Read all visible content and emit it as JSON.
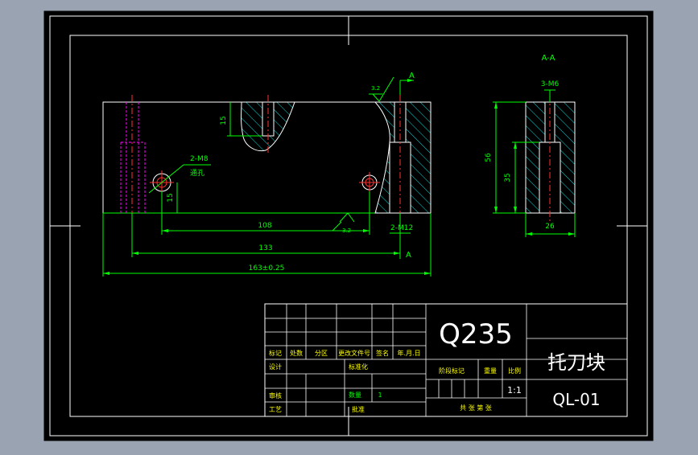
{
  "drawing": {
    "section_title": "A-A",
    "section_mark_top": "A",
    "section_mark_bottom": "A",
    "roughness_top": "3.2",
    "roughness_bottom": "3.2",
    "front_view": {
      "dim_depth_15": "15",
      "dim_hole_15": "15",
      "dim_108": "108",
      "dim_133": "133",
      "dim_163": "163±0.25",
      "label_thread": "2-M8",
      "label_through": "通孔",
      "label_m12": "2-M12"
    },
    "side_view": {
      "label_m6": "3-M6",
      "dim_56": "56",
      "dim_35": "35",
      "dim_26": "26"
    }
  },
  "title_block": {
    "material": "Q235",
    "part_name": "托刀块",
    "drawing_number": "QL-01",
    "scale": "1:1",
    "quantity_label": "数量",
    "quantity_value": "1",
    "rev_headers": [
      "标记",
      "处数",
      "分区",
      "更改文件号",
      "签名",
      "年.月.日"
    ],
    "row_design": "设计",
    "row_standard": "标准化",
    "row_review": "审核",
    "row_process": "工艺",
    "row_approve": "批准",
    "stage_mark": "阶段标记",
    "weight": "重量",
    "scale_label": "比例",
    "sheet_info": "共    张    第    张"
  }
}
